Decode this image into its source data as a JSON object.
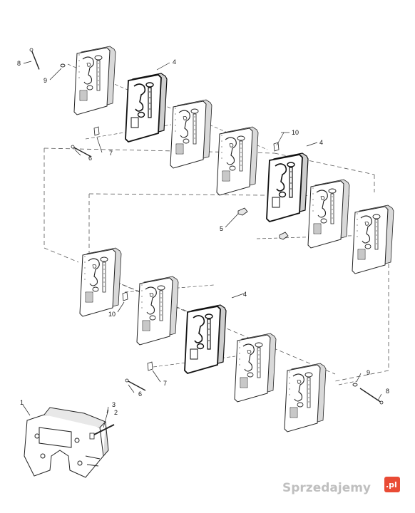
{
  "callouts": {
    "c1": "1",
    "c2": "2",
    "c3": "3",
    "c4a": "4",
    "c4b": "4",
    "c4c": "4",
    "c5": "5",
    "c6a": "6",
    "c6b": "6",
    "c7a": "7",
    "c7b": "7",
    "c8a": "8",
    "c8b": "8",
    "c9a": "9",
    "c9b": "9",
    "c10a": "10",
    "c10b": "10"
  },
  "watermark": {
    "text": "Sprzedajemy",
    "suffix": ".pl"
  }
}
